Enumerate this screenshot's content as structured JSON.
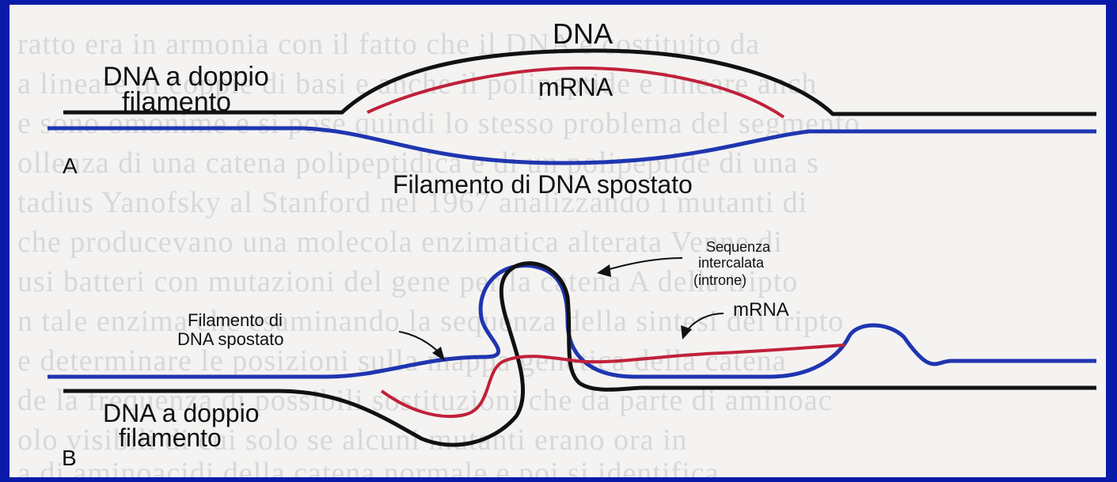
{
  "colors": {
    "slide_border": "#0a1aa8",
    "background": "#f4f3f1",
    "dna_strand": "#111111",
    "displaced_strand": "#1f35b0",
    "mrna": "#c0213a"
  },
  "panel_a": {
    "letter": "A",
    "label_dna": "DNA",
    "label_mrna": "mRNA",
    "label_double_line1": "DNA a doppio",
    "label_double_line2": "filamento",
    "label_displaced": "Filamento di DNA spostato"
  },
  "panel_b": {
    "letter": "B",
    "label_intron_line1": "Sequenza",
    "label_intron_line2": "intercalata",
    "label_intron_line3": "(introne)",
    "label_mrna": "mRNA",
    "label_displaced_line1": "Filamento di",
    "label_displaced_line2": "DNA spostato",
    "label_double_line1": "DNA a doppio",
    "label_double_line2": "filamento"
  }
}
